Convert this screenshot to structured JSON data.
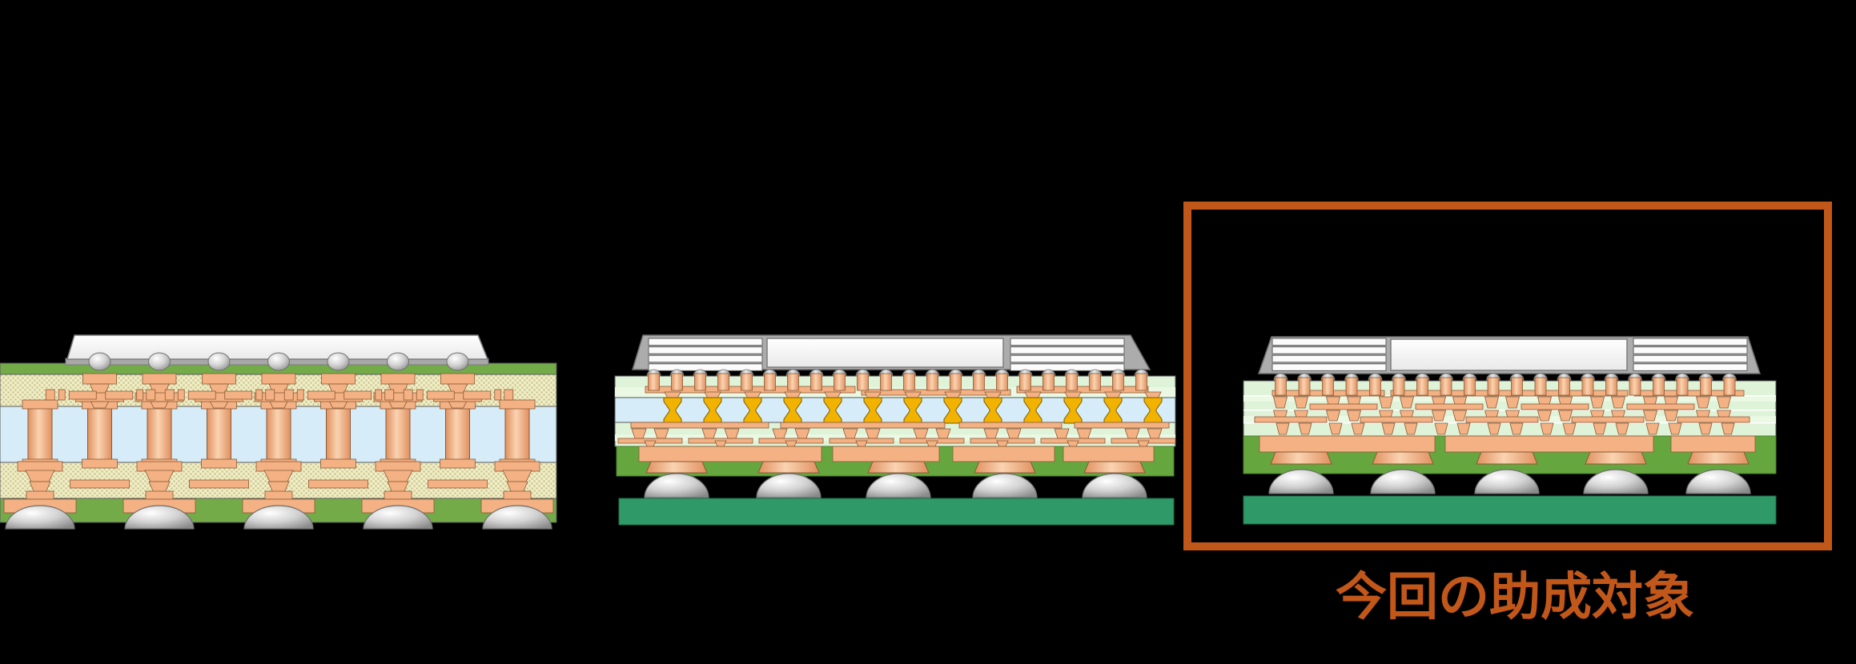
{
  "annotation": {
    "label": "今回の助成対象",
    "color": "#C2571A"
  },
  "palette": {
    "background": "#000000",
    "green_solder_resist_1": "#74AB49",
    "green_solder_resist_2": "#66A63E",
    "buildup_base": "#F0EEC9",
    "buildup_dot": "#DEDAA8",
    "buildup_dark_dot": "#BDB787",
    "core_blue": "#D6ECF8",
    "mint": "#DFF3D9",
    "mint_light": "#EAF8E4",
    "copper": "#F4B183",
    "copper_light": "#FAD3B1",
    "copper_dark": "#E0905F",
    "copper_stroke": "#8A5A36",
    "gold_via": "#F2B200",
    "gold_stroke": "#7A5B00",
    "mold_gray": "#ACACAC",
    "mold_stroke": "#6E6E6E",
    "die_white": "#F6F6F6",
    "die_stroke": "#7D7D7D",
    "hbm_bar": "#FBFBFB",
    "ball_edge": "#6F6F6F",
    "pcb_teal": "#2F9A68",
    "layer_line": "#5A5A5A"
  },
  "diagrams": {
    "conventional_fcbga": {
      "c4_bumps": 7,
      "core_through_vias": 9,
      "bga_balls": 5,
      "dies": 1
    },
    "package_with_core": {
      "copper_pillars": 22,
      "gold_core_vias": 13,
      "bga_balls": 5,
      "memory_stack_layers": 4,
      "dies": 3
    },
    "coreless_package": {
      "copper_pillars": 20,
      "bga_balls": 5,
      "memory_stack_layers": 4,
      "dies": 3
    }
  }
}
